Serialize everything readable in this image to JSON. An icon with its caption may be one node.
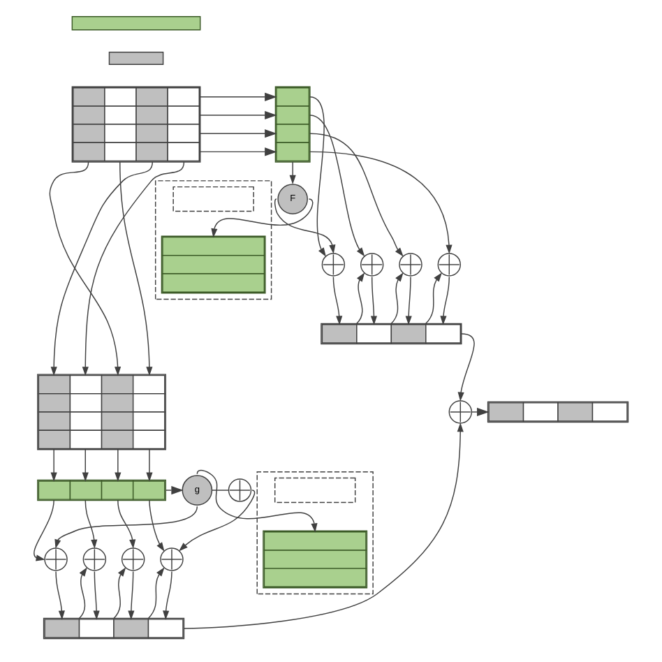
{
  "diagram": {
    "nodes": [
      {
        "text": [],
        "shape": "bar"
      },
      {
        "text": [],
        "shape": "box"
      },
      {
        "text": [],
        "shape": "grid"
      },
      {
        "text": [],
        "shape": "grid"
      },
      {
        "text": [],
        "shape": "box"
      },
      {
        "text": [],
        "shape": "box",
        "in": 4
      },
      {
        "text": [],
        "shape": "grid",
        "in": 4
      },
      {
        "text": [
          "F"
        ]
      },
      {
        "text": [],
        "shape": "circle"
      },
      {
        "text": [],
        "shape": "circle"
      },
      {
        "text": [],
        "shape": "circle"
      },
      {
        "text": [],
        "shape": "circle"
      },
      {
        "text": [],
        "shape": "grid"
      },
      {
        "text": [],
        "shape": "grid"
      },
      {
        "text": [],
        "shape": "circle"
      },
      {
        "text": [],
        "shape": "grid"
      },
      {
        "text": [],
        "shape": "box"
      },
      {
        "text": [],
        "shape": "box",
        "in": 16
      },
      {
        "text": [],
        "shape": "grid",
        "in": 16
      },
      {
        "text": [],
        "shape": "grid"
      },
      {
        "text": [
          "g"
        ]
      },
      {
        "text": [],
        "shape": "circle"
      },
      {
        "text": [],
        "shape": "circle"
      },
      {
        "text": [],
        "shape": "circle"
      },
      {
        "text": [],
        "shape": "circle"
      },
      {
        "text": [],
        "shape": "circle"
      },
      {
        "text": [],
        "shape": "grid"
      }
    ],
    "edges": [
      {
        "from": 2,
        "to": 3,
        "arrow": "to"
      },
      {
        "from": 2,
        "to": 3,
        "arrow": "to"
      },
      {
        "from": 2,
        "to": 3,
        "arrow": "to"
      },
      {
        "from": 2,
        "to": 3,
        "arrow": "to"
      },
      {
        "from": 3,
        "to": 7,
        "arrow": "to"
      },
      {
        "from": 7,
        "to": 8,
        "arrow": "to"
      },
      {
        "from": 7,
        "to": 6,
        "arrow": "to"
      },
      {
        "from": 3,
        "to": 8,
        "arrow": "to"
      },
      {
        "from": 3,
        "to": 9,
        "arrow": "to"
      },
      {
        "from": 3,
        "to": 10,
        "arrow": "to"
      },
      {
        "from": 3,
        "to": 11,
        "arrow": "to"
      },
      {
        "from": 8,
        "to": 12,
        "arrow": "to"
      },
      {
        "from": 9,
        "to": 12,
        "arrow": "to"
      },
      {
        "from": 10,
        "to": 12,
        "arrow": "to"
      },
      {
        "from": 11,
        "to": 12,
        "arrow": "to"
      },
      {
        "from": 12,
        "to": 9,
        "arrow": "to"
      },
      {
        "from": 12,
        "to": 10,
        "arrow": "to"
      },
      {
        "from": 12,
        "to": 11,
        "arrow": "to"
      },
      {
        "from": 2,
        "to": 13,
        "arrow": "to"
      },
      {
        "from": 2,
        "to": 13,
        "arrow": "to"
      },
      {
        "from": 2,
        "to": 13,
        "arrow": "to"
      },
      {
        "from": 2,
        "to": 13,
        "arrow": "to"
      },
      {
        "from": 12,
        "to": 14,
        "arrow": "to"
      },
      {
        "from": 13,
        "to": 19,
        "arrow": "to"
      },
      {
        "from": 13,
        "to": 19,
        "arrow": "to"
      },
      {
        "from": 13,
        "to": 19,
        "arrow": "to"
      },
      {
        "from": 13,
        "to": 19,
        "arrow": "to"
      },
      {
        "from": 19,
        "to": 20,
        "arrow": "to"
      },
      {
        "from": 20,
        "to": 18,
        "arrow": "to"
      },
      {
        "from": 20,
        "to": 21,
        "arrow": "none"
      },
      {
        "from": 21,
        "to": 25,
        "arrow": "to"
      },
      {
        "from": 20,
        "to": 22,
        "arrow": "to"
      },
      {
        "from": 19,
        "to": 22,
        "arrow": "to"
      },
      {
        "from": 19,
        "to": 23,
        "arrow": "to"
      },
      {
        "from": 19,
        "to": 24,
        "arrow": "to"
      },
      {
        "from": 19,
        "to": 25,
        "arrow": "to"
      },
      {
        "from": 22,
        "to": 26,
        "arrow": "to"
      },
      {
        "from": 23,
        "to": 26,
        "arrow": "to"
      },
      {
        "from": 24,
        "to": 26,
        "arrow": "to"
      },
      {
        "from": 25,
        "to": 26,
        "arrow": "to"
      },
      {
        "from": 26,
        "to": 23,
        "arrow": "to"
      },
      {
        "from": 26,
        "to": 24,
        "arrow": "to"
      },
      {
        "from": 26,
        "to": 25,
        "arrow": "to"
      },
      {
        "from": 26,
        "to": 14,
        "arrow": "to"
      },
      {
        "from": 14,
        "to": 15,
        "arrow": "to"
      }
    ]
  }
}
